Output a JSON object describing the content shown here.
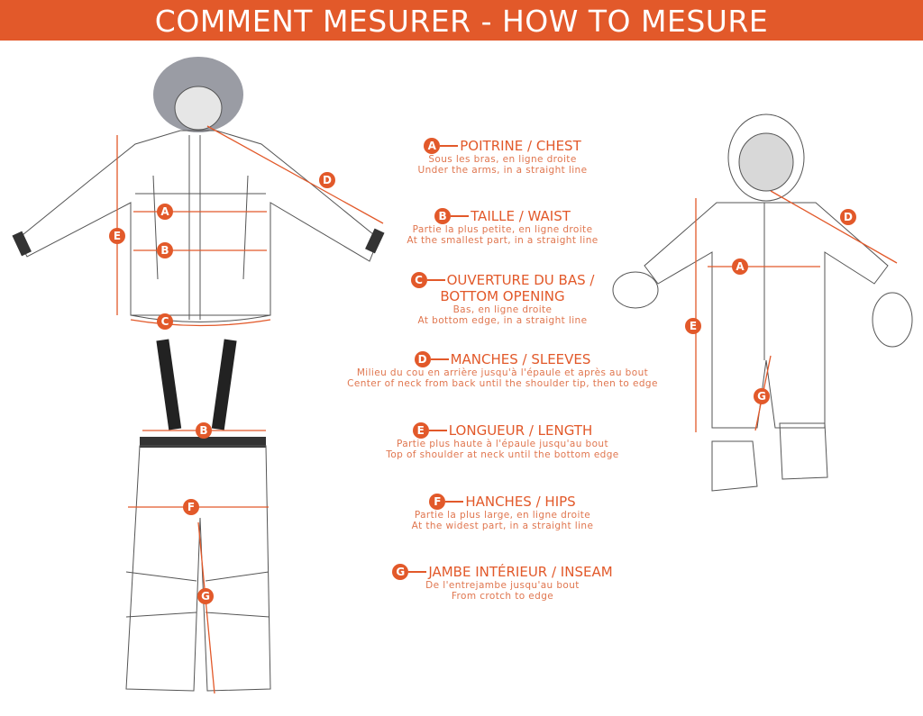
{
  "header": {
    "title": "COMMENT MESURER - HOW TO MESURE"
  },
  "legend": [
    {
      "letter": "A",
      "title": "POITRINE / CHEST",
      "fr": "Sous les bras, en ligne droite",
      "en": "Under the arms, in a straight line"
    },
    {
      "letter": "B",
      "title": "TAILLE / WAIST",
      "fr": "Partie la plus petite, en ligne droite",
      "en": "At the smallest part, in a straight line"
    },
    {
      "letter": "C",
      "title": "OUVERTURE DU BAS /",
      "title2": "BOTTOM OPENING",
      "fr": "Bas, en ligne droite",
      "en": "At bottom edge, in a straight line"
    },
    {
      "letter": "D",
      "title": "MANCHES / SLEEVES",
      "fr": "Milieu du cou en arrière jusqu'à l'épaule et après au bout",
      "en": "Center of neck from back until the shoulder tip, then to edge"
    },
    {
      "letter": "E",
      "title": "LONGUEUR / LENGTH",
      "fr": "Partie plus haute à l'épaule jusqu'au bout",
      "en": "Top of shoulder at neck until the bottom edge"
    },
    {
      "letter": "F",
      "title": "HANCHES / HIPS",
      "fr": "Partie la plus large, en ligne droite",
      "en": "At the widest part, in a straight line"
    },
    {
      "letter": "G",
      "title": "JAMBE INTÉRIEUR / INSEAM",
      "fr": "De l'entrejambe jusqu'au bout",
      "en": "From crotch to edge"
    }
  ],
  "colors": {
    "accent": "#e2592a",
    "outline": "#555555"
  }
}
